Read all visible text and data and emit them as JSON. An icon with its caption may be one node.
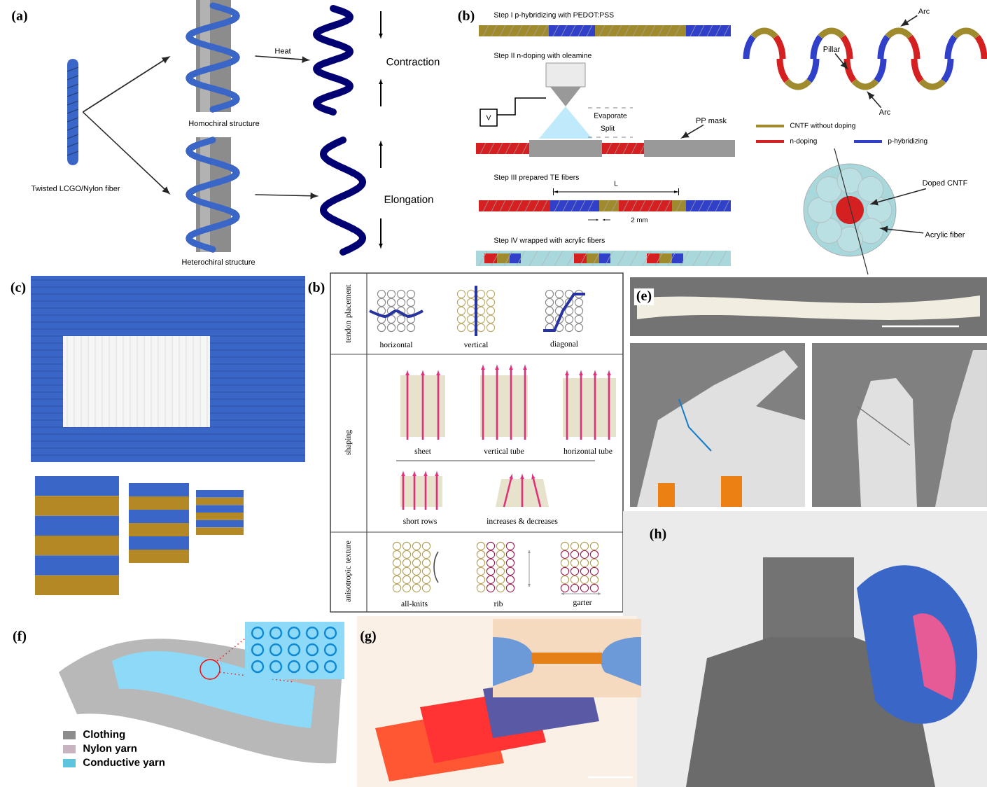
{
  "diagram": {
    "nodes": [
      {
        "text": [],
        "shape": "picture",
        "beside": [
          "Twisted LCGO/Nylon fiber"
        ]
      },
      {
        "text": [],
        "shape": "picture",
        "beside": [
          "Homochiral structure"
        ]
      },
      {
        "text": [],
        "shape": "picture",
        "beside": [
          "Heterochiral structure"
        ]
      },
      {
        "text": [],
        "shape": "picture"
      },
      {
        "text": [],
        "shape": "picture"
      },
      {
        "text": [
          "PP mask"
        ]
      },
      {
        "text": [
          "Arc"
        ]
      },
      {
        "text": [
          "Pillar"
        ]
      },
      {
        "text": [
          "Arc"
        ]
      },
      {
        "text": [
          "Doped CNTF"
        ]
      },
      {
        "text": [
          "Acrylic fiber"
        ]
      }
    ],
    "edges": [
      {
        "from": 0,
        "to": 1,
        "arrow": "to"
      },
      {
        "from": 0,
        "to": 2,
        "arrow": "to"
      },
      {
        "from": 1,
        "to": 3,
        "arrow": "to",
        "label": "Heat"
      },
      {
        "from": 2,
        "to": 4,
        "arrow": "to"
      },
      {
        "from": 5,
        "to": null,
        "arrow": "to"
      },
      {
        "from": 6,
        "to": null,
        "arrow": "to"
      },
      {
        "from": 7,
        "to": null,
        "arrow": "to"
      },
      {
        "from": 8,
        "to": null,
        "arrow": "to"
      },
      {
        "from": 9,
        "to": null,
        "arrow": "to"
      },
      {
        "from": 10,
        "to": null,
        "arrow": "to"
      }
    ],
    "labels": [
      "(a)",
      "Contraction",
      "Elongation",
      "(b)",
      "Step I p-hybridizing with PEDOT:PSS",
      "Step II n-doping with oleamine",
      "V",
      "Evaporate",
      "Split",
      "Step III prepared TE fibers",
      "L",
      "2 mm",
      "Step IV wrapped with acrylic fibers",
      "(c)",
      "(b)",
      "tendon placement",
      "horizontal",
      "vertical",
      "diagonal",
      "shaping",
      "sheet",
      "vertical tube",
      "horizontal tube",
      "short rows",
      "increases & decreases",
      "anisotropic texture",
      "all-knits",
      "rib",
      "garter",
      "(e)",
      "(h)",
      "(f)",
      "(g)"
    ],
    "legend": [
      {
        "text": "CNTF without doping"
      },
      {
        "text": "n-doping"
      },
      {
        "text": "p-hybridizing"
      },
      {
        "text": "Clothing",
        "color": "#8c8c8c"
      },
      {
        "text": "Nylon yarn",
        "color": "#c8b4c0"
      },
      {
        "text": "Conductive yarn",
        "color": "#5cc4dc"
      }
    ]
  }
}
